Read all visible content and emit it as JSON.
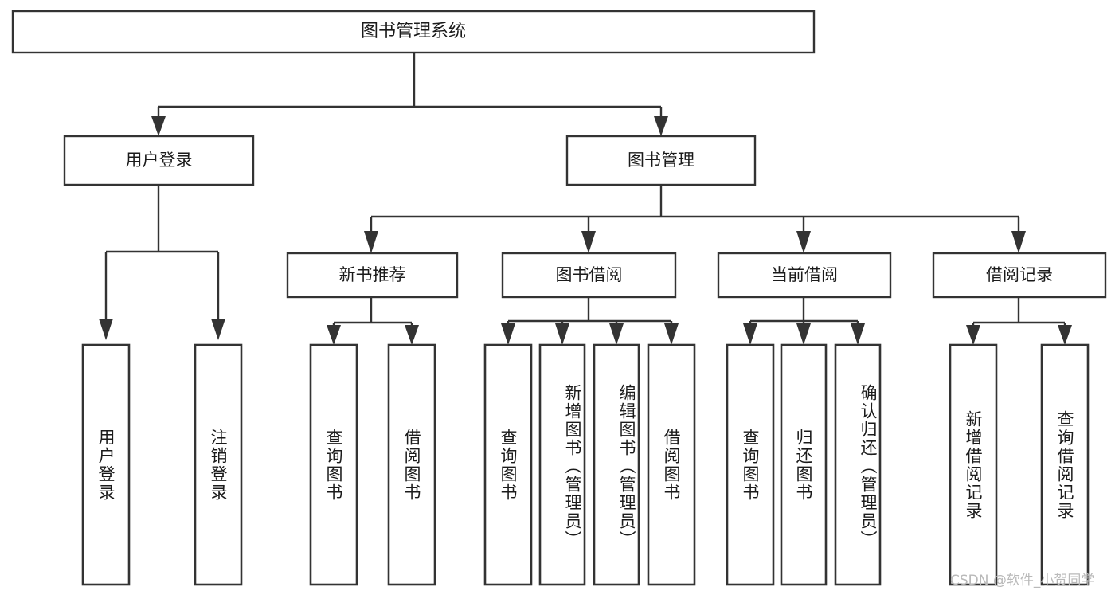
{
  "diagram": {
    "title": "图书管理系统",
    "type": "tree-hierarchy-chart",
    "colors": {
      "box_stroke": "#333333",
      "box_fill": "#ffffff",
      "text": "#1b1b1b",
      "watermark": "#b9b9b9",
      "background": "#ffffff"
    },
    "root": {
      "label": "图书管理系统"
    },
    "level2": [
      {
        "label": "用户登录"
      },
      {
        "label": "图书管理"
      }
    ],
    "level3": [
      {
        "label": "新书推荐"
      },
      {
        "label": "图书借阅"
      },
      {
        "label": "当前借阅"
      },
      {
        "label": "借阅记录"
      }
    ],
    "leaves": {
      "user_login": [
        {
          "label": "用户登录"
        },
        {
          "label": "注销登录"
        }
      ],
      "new_book_recommend": [
        {
          "label": "查询图书"
        },
        {
          "label": "借阅图书"
        }
      ],
      "book_borrow": [
        {
          "label": "查询图书"
        },
        {
          "label": "新增图书（管理员）"
        },
        {
          "label": "编辑图书（管理员）"
        },
        {
          "label": "借阅图书"
        }
      ],
      "current_borrow": [
        {
          "label": "查询图书"
        },
        {
          "label": "归还图书"
        },
        {
          "label": "确认归还（管理员）"
        }
      ],
      "borrow_record": [
        {
          "label": "新增借阅记录"
        },
        {
          "label": "查询借阅记录"
        }
      ]
    }
  },
  "watermark": {
    "text": "CSDN @软件_小贺同学"
  }
}
